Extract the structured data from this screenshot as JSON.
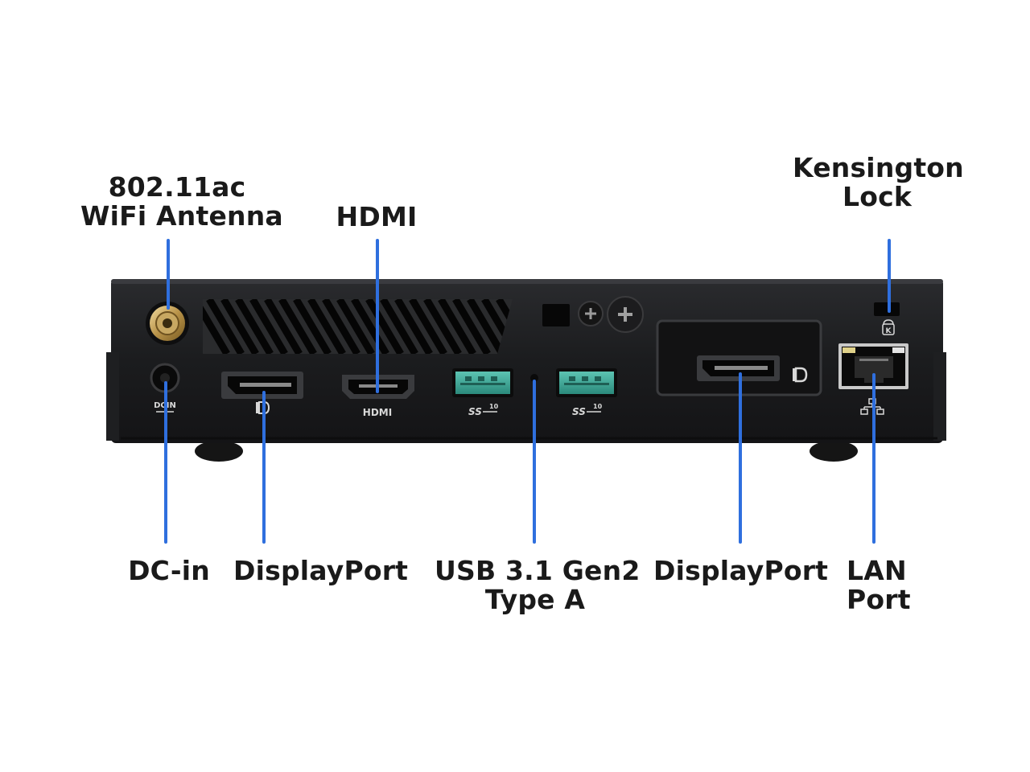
{
  "labels": {
    "wifi_antenna": [
      "802.11ac",
      "WiFi Antenna"
    ],
    "hdmi": "HDMI",
    "kensington_lock": [
      "Kensington",
      "Lock"
    ],
    "dc_in": "DC-in",
    "displayport_left": "DisplayPort",
    "usb": [
      "USB 3.1 Gen2",
      "Type A"
    ],
    "displayport_right": "DisplayPort",
    "lan_port": [
      "LAN",
      "Port"
    ]
  },
  "port_markings": {
    "dcin": "DCIN",
    "hdmi": "HDMI",
    "usb_1": "SS",
    "usb_1_speed": "10",
    "usb_2": "SS",
    "usb_2_speed": "10",
    "kensington": "K",
    "displayport_logo": "D"
  },
  "colors": {
    "callout_line": "#2f6fde",
    "chassis": "#1b1c1e",
    "usb_port": "#3aa494",
    "text": "#1a1a1a"
  },
  "icons": [
    "antenna-connector-icon",
    "displayport-icon",
    "hdmi-icon",
    "usb-ss10-icon",
    "kensington-lock-icon",
    "lan-network-icon",
    "screw-icon"
  ]
}
